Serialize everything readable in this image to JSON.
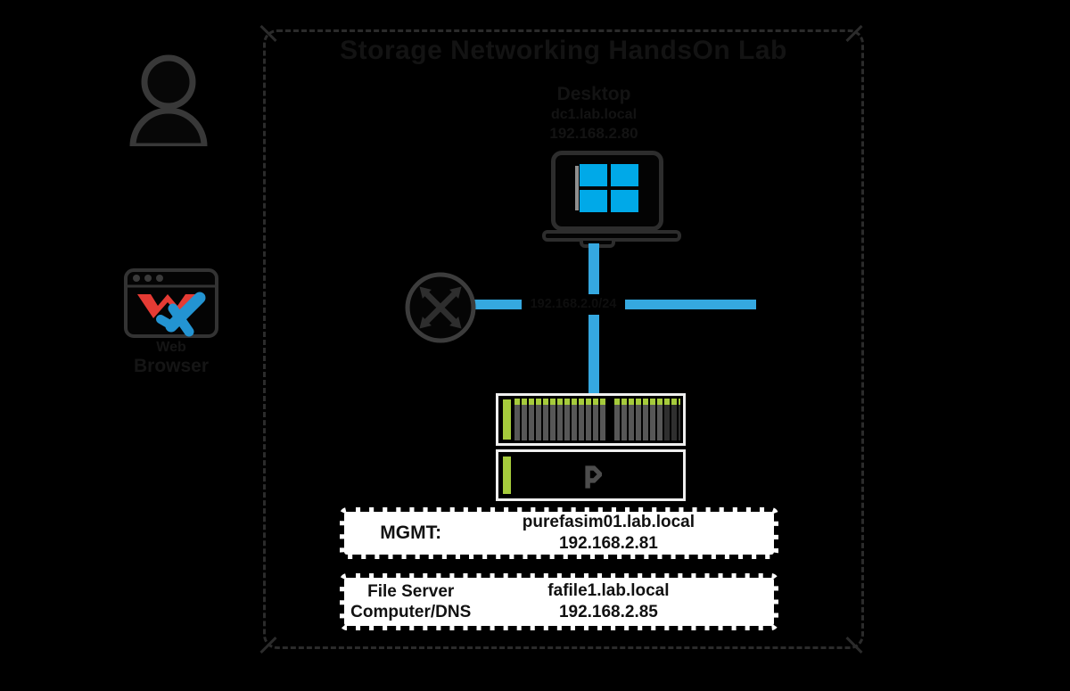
{
  "diagram": {
    "title": "Storage Networking HandsOn Lab"
  },
  "left_panel": {
    "browser_caption_line1": "Web",
    "browser_caption_line2": "Browser"
  },
  "desktop_node": {
    "line1": "Desktop",
    "line2": "dc1.lab.local",
    "line3": "192.168.2.80"
  },
  "network": {
    "segment_label": "192.168.2.0/24"
  },
  "storage": {
    "drive_count": 23,
    "gap_after_index": 13,
    "dark_last_count": 3
  },
  "info_boxes": {
    "mgmt": {
      "label": "MGMT:",
      "hostname": "purefasim01.lab.local",
      "ip": "192.168.2.81"
    },
    "file_server": {
      "label_line1": "File Server",
      "label_line2": "Computer/DNS",
      "hostname": "fafile1.lab.local",
      "ip": "192.168.2.85"
    }
  },
  "colors": {
    "link_blue": "#35A8E0",
    "windows_blue": "#00A9E8",
    "drive_green": "#A6CB3C",
    "chassis_white": "#EFEFEF",
    "logo_red": "#E53B34",
    "logo_blue": "#2394D2"
  }
}
